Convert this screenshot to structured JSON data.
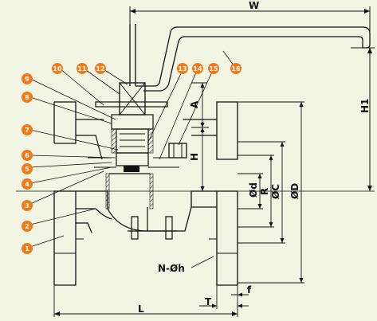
{
  "callouts": [
    {
      "id": "1",
      "text": "1"
    },
    {
      "id": "2",
      "text": "2"
    },
    {
      "id": "3",
      "text": "3"
    },
    {
      "id": "4",
      "text": "4"
    },
    {
      "id": "5",
      "text": "5"
    },
    {
      "id": "6",
      "text": "6"
    },
    {
      "id": "7",
      "text": "7"
    },
    {
      "id": "8",
      "text": "8"
    },
    {
      "id": "9",
      "text": "9"
    },
    {
      "id": "10",
      "text": "10"
    },
    {
      "id": "11",
      "text": "11"
    },
    {
      "id": "12",
      "text": "12"
    },
    {
      "id": "13",
      "text": "13"
    },
    {
      "id": "14",
      "text": "14"
    },
    {
      "id": "15",
      "text": "15"
    },
    {
      "id": "16",
      "text": "16"
    }
  ],
  "dimensions": {
    "W": "W",
    "H1": "H1",
    "A": "A",
    "H": "H",
    "d": "Ød",
    "R": "R",
    "C": "ØC",
    "D": "ØD",
    "Nh": "N-Øh",
    "f": "f",
    "T": "T",
    "L": "L"
  },
  "colors": {
    "callout": "#f07a18",
    "line": "#111111",
    "background": "#f3f5e4",
    "hatch": "#2a2a2a"
  }
}
